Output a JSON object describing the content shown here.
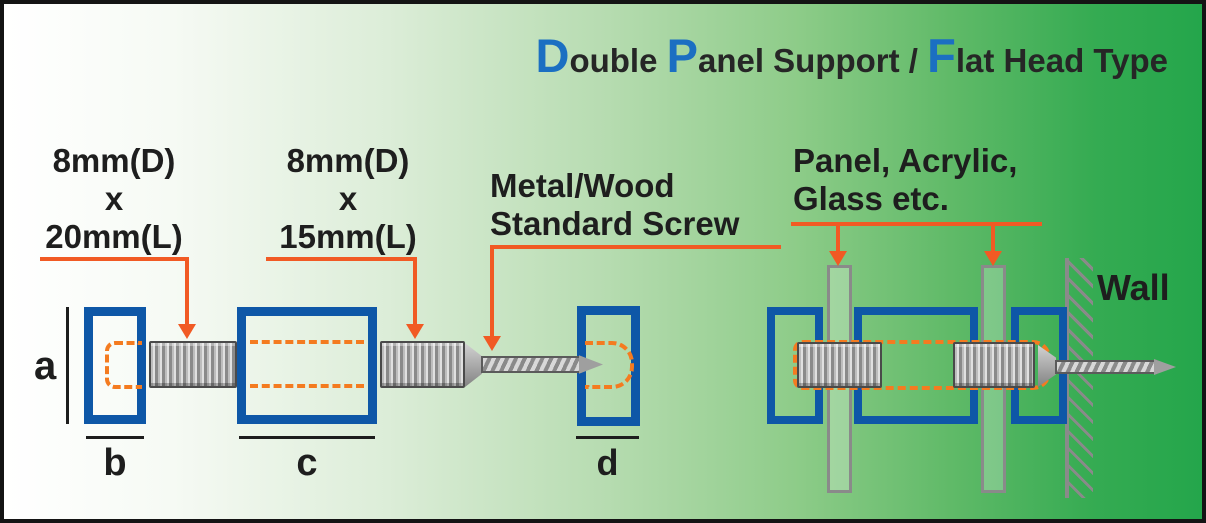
{
  "title": {
    "cap1": "D",
    "rest1": "ouble ",
    "cap2": "P",
    "rest2": "anel Support / ",
    "cap3": "F",
    "rest3": "lat Head Type"
  },
  "callouts": {
    "standoff_20": {
      "line1": "8mm(D)",
      "line2": "x",
      "line3": "20mm(L)"
    },
    "standoff_15": {
      "line1": "8mm(D)",
      "line2": "x",
      "line3": "15mm(L)"
    },
    "screw": {
      "line1": "Metal/Wood",
      "line2": "Standard Screw"
    },
    "panel": {
      "line1": "Panel, Acrylic,",
      "line2": "Glass etc."
    },
    "wall": "Wall"
  },
  "dimension_labels": {
    "a": "a",
    "b": "b",
    "c": "c",
    "d": "d"
  },
  "colors": {
    "background_left": "#ffffff",
    "background_right": "#24a64b",
    "component_blue": "#0e57a7",
    "title_blue": "#1b6fc2",
    "leader_orange": "#f15a24",
    "hole_dash_orange": "#f47b20",
    "metal_gray": "#9a9a9a",
    "panel_gray": "#8a8a8a",
    "text_dark": "#1e1e1e"
  }
}
